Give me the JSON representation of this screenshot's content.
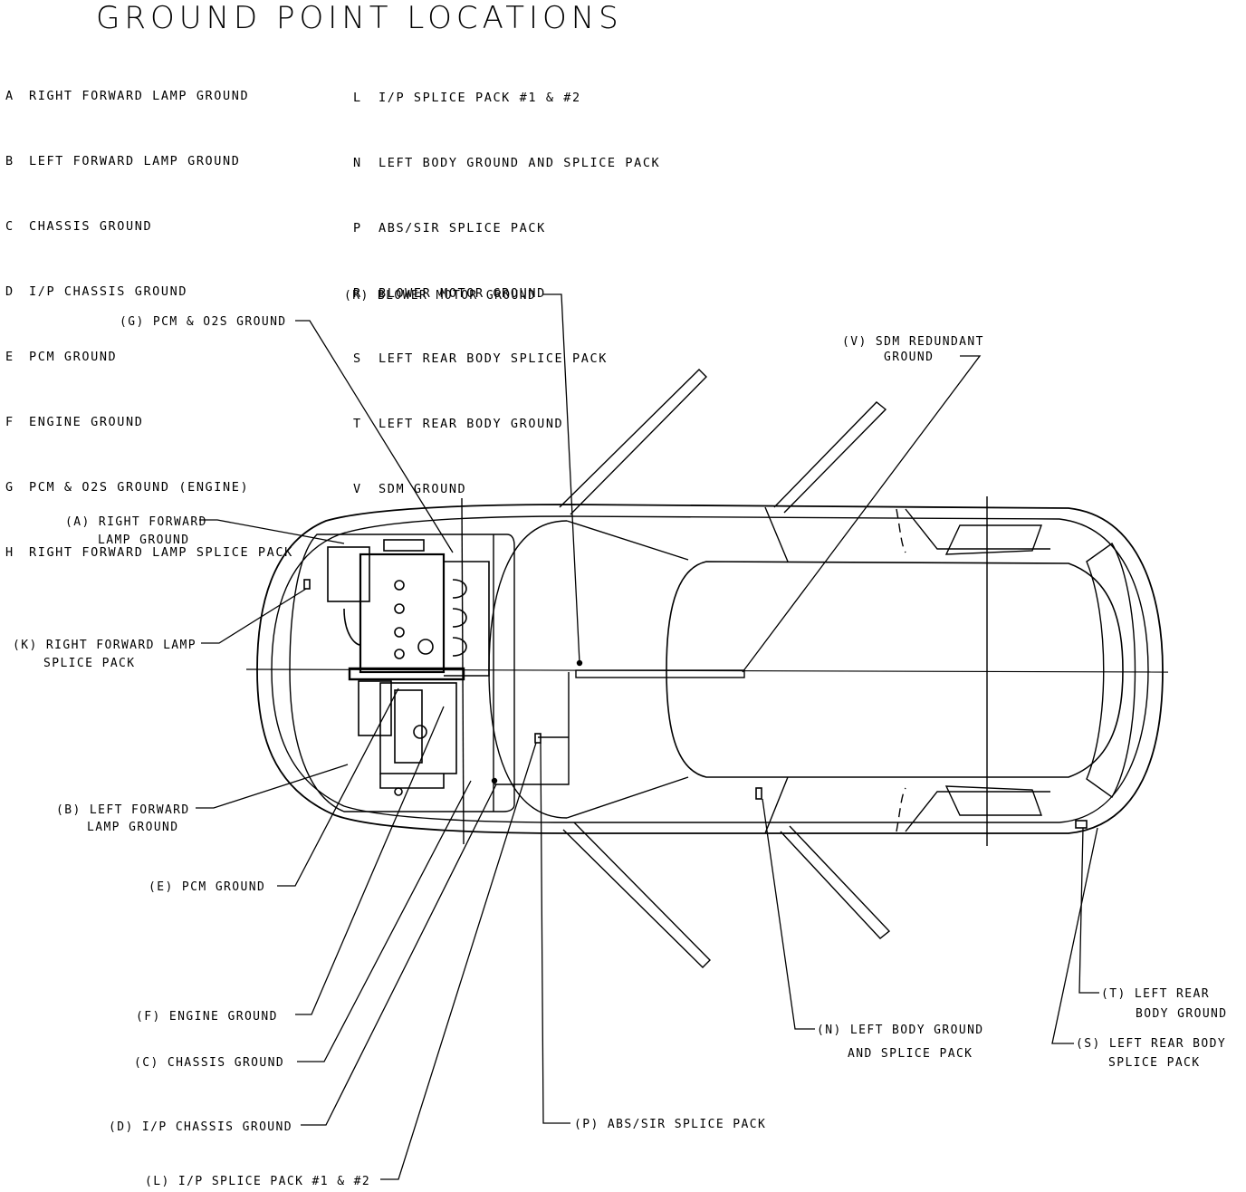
{
  "title": "GROUND POINT LOCATIONS",
  "legend_left": [
    {
      "key": "A",
      "text": "RIGHT FORWARD LAMP GROUND"
    },
    {
      "key": "B",
      "text": "LEFT FORWARD LAMP GROUND"
    },
    {
      "key": "C",
      "text": "CHASSIS GROUND"
    },
    {
      "key": "D",
      "text": "I/P CHASSIS GROUND"
    },
    {
      "key": "E",
      "text": "PCM GROUND"
    },
    {
      "key": "F",
      "text": "ENGINE GROUND"
    },
    {
      "key": "G",
      "text": "PCM & O2S GROUND (ENGINE)"
    },
    {
      "key": "H",
      "text": "RIGHT FORWARD LAMP SPLICE PACK"
    }
  ],
  "legend_right": [
    {
      "key": "L",
      "text": "I/P SPLICE PACK #1 & #2"
    },
    {
      "key": "N",
      "text": "LEFT BODY GROUND AND SPLICE PACK"
    },
    {
      "key": "P",
      "text": "ABS/SIR SPLICE PACK"
    },
    {
      "key": "R",
      "text": "BLOWER MOTOR GROUND"
    },
    {
      "key": "S",
      "text": "LEFT REAR BODY SPLICE PACK"
    },
    {
      "key": "T",
      "text": "LEFT REAR BODY GROUND"
    },
    {
      "key": "V",
      "text": "SDM GROUND"
    }
  ],
  "callouts": {
    "r": "(R) BLOWER MOTOR GROUND",
    "g": "(G) PCM & O2S GROUND",
    "v1": "(V) SDM REDUNDANT",
    "v2": "GROUND",
    "a1": "(A) RIGHT FORWARD",
    "a2": "LAMP GROUND",
    "k1": "(K) RIGHT FORWARD LAMP",
    "k2": "SPLICE PACK",
    "b1": "(B) LEFT FORWARD",
    "b2": "LAMP GROUND",
    "e": "(E) PCM GROUND",
    "f": "(F) ENGINE GROUND",
    "c": "(C) CHASSIS GROUND",
    "d": "(D) I/P CHASSIS GROUND",
    "l": "(L) I/P SPLICE PACK #1 & #2",
    "p": "(P) ABS/SIR SPLICE PACK",
    "n1": "(N) LEFT BODY GROUND",
    "n2": "AND SPLICE PACK",
    "t1": "(T) LEFT REAR",
    "t2": "BODY GROUND",
    "s1": "(S) LEFT REAR BODY",
    "s2": "SPLICE PACK"
  }
}
